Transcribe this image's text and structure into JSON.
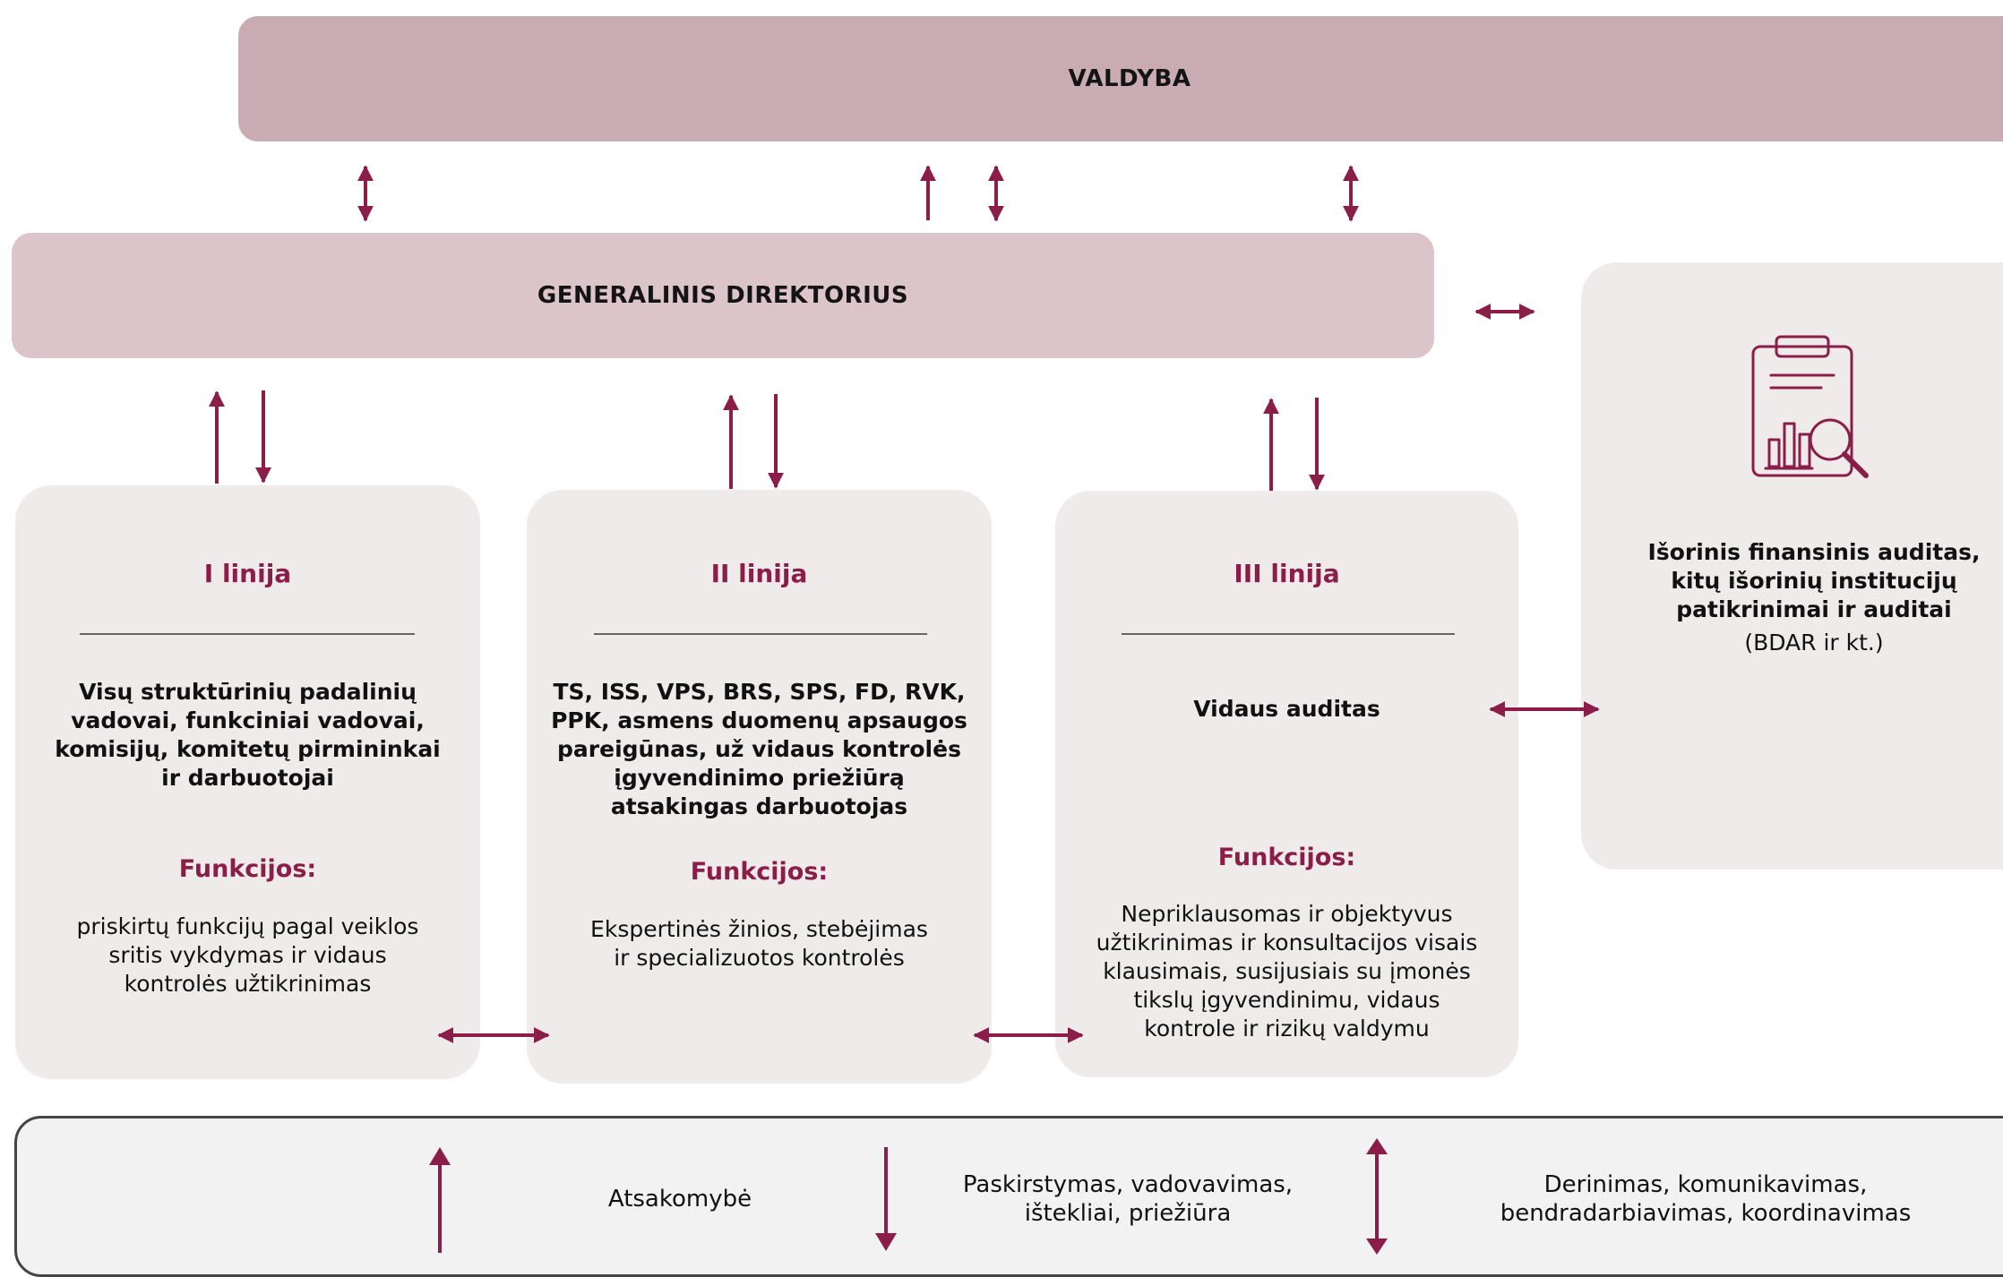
{
  "board": {
    "label": "VALDYBA"
  },
  "ceo": {
    "label": "GENERALINIS DIREKTORIUS"
  },
  "lines": [
    {
      "title": "I linija",
      "who": "Visų struktūrinių padalinių\nvadovai, funkciniai vadovai,\nkomisijų, komitetų pirmininkai\nir darbuotojai",
      "functions_title": "Funkcijos:",
      "functions": "priskirtų funkcijų pagal veiklos\nsritis vykdymas ir vidaus\nkontrolės užtikrinimas"
    },
    {
      "title": "II linija",
      "who": "TS, ISS, VPS, BRS, SPS, FD, RVK,\nPPK, asmens duomenų apsaugos\npareigūnas, už vidaus kontrolės\nįgyvendinimo priežiūrą\natsakingas darbuotojas",
      "functions_title": "Funkcijos:",
      "functions": "Ekspertinės žinios, stebėjimas\nir specializuotos kontrolės"
    },
    {
      "title": "III linija",
      "who": "Vidaus auditas",
      "functions_title": "Funkcijos:",
      "functions": "Nepriklausomas ir objektyvus\nužtikrinimas ir konsultacijos visais\nklausimais, susijusiais su įmonės\ntikslų įgyvendinimu, vidaus\nkontrole ir rizikų valdymu"
    }
  ],
  "external": {
    "icon": "audit-report-icon",
    "title": "Išorinis finansinis auditas,\nkitų išorinių institucijų\npatikrinimai ir auditai",
    "note": "(BDAR ir kt.)"
  },
  "legend": {
    "items": [
      {
        "icon": "arrow-up-icon",
        "label": "Atsakomybė"
      },
      {
        "icon": "arrow-down-icon",
        "label": "Paskirstymas, vadovavimas,\ništekliai, priežiūra"
      },
      {
        "icon": "arrow-double-vertical-icon",
        "label": "Derinimas, komunikavimas,\nbendradarbiavimas, koordinavimas"
      }
    ]
  },
  "colors": {
    "accent": "#8b1e48",
    "board_fill": "#c9abb3",
    "ceo_fill": "#dcc4cb",
    "panel_fill": "#efebeb",
    "legend_fill": "#f2f2f2"
  }
}
